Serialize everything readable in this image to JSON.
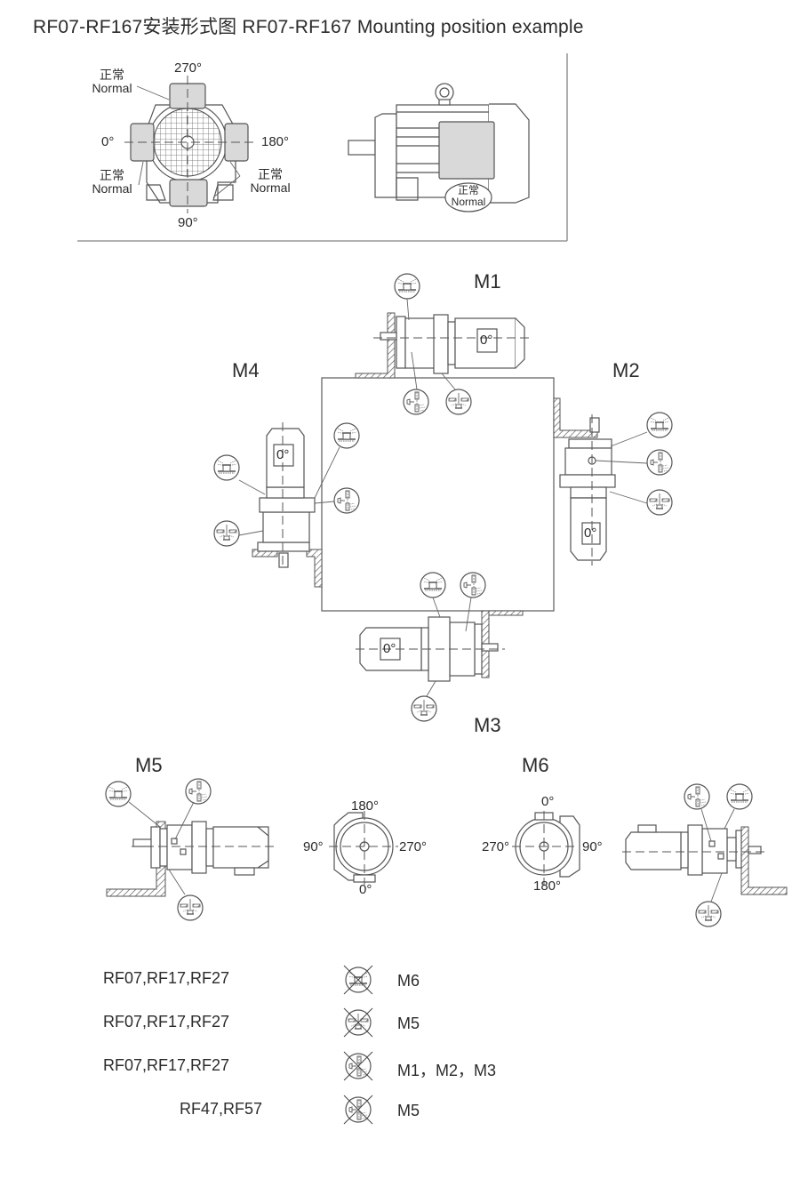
{
  "title": "RF07-RF167安装形式图 RF07-RF167  Mounting position example",
  "terminal_box_diagram": {
    "angles": {
      "top": "270°",
      "left": "0°",
      "right": "180°",
      "bottom": "90°"
    },
    "normal_labels": [
      {
        "cn": "正常",
        "en": "Normal"
      },
      {
        "cn": "正常",
        "en": "Normal"
      },
      {
        "cn": "正常",
        "en": "Normal"
      }
    ],
    "side_view_label": {
      "cn": "正常",
      "en": "Normal"
    }
  },
  "mounting_positions": {
    "M1": {
      "label": "M1",
      "box_angle": "0°"
    },
    "M2": {
      "label": "M2",
      "box_angle": "0°"
    },
    "M3": {
      "label": "M3",
      "box_angle": "0°"
    },
    "M4": {
      "label": "M4",
      "box_angle": "0°"
    }
  },
  "m5": {
    "label": "M5",
    "angles": {
      "top": "180°",
      "left": "90°",
      "right": "270°",
      "bottom": "0°"
    }
  },
  "m6": {
    "label": "M6",
    "angles": {
      "top": "0°",
      "left": "270°",
      "right": "90°",
      "bottom": "180°"
    }
  },
  "restrictions": [
    {
      "models": "RF07,RF17,RF27",
      "symbol": "breather-top-crossed-icon",
      "positions": "M6"
    },
    {
      "models": "RF07,RF17,RF27",
      "symbol": "drain-bottom-crossed-icon",
      "positions": "M5"
    },
    {
      "models": "RF07,RF17,RF27",
      "symbol": "level-side-crossed-icon",
      "positions": "M1，M2，M3"
    },
    {
      "models": "RF47,RF57",
      "symbol": "level-side-crossed-icon",
      "positions": "M5"
    }
  ]
}
